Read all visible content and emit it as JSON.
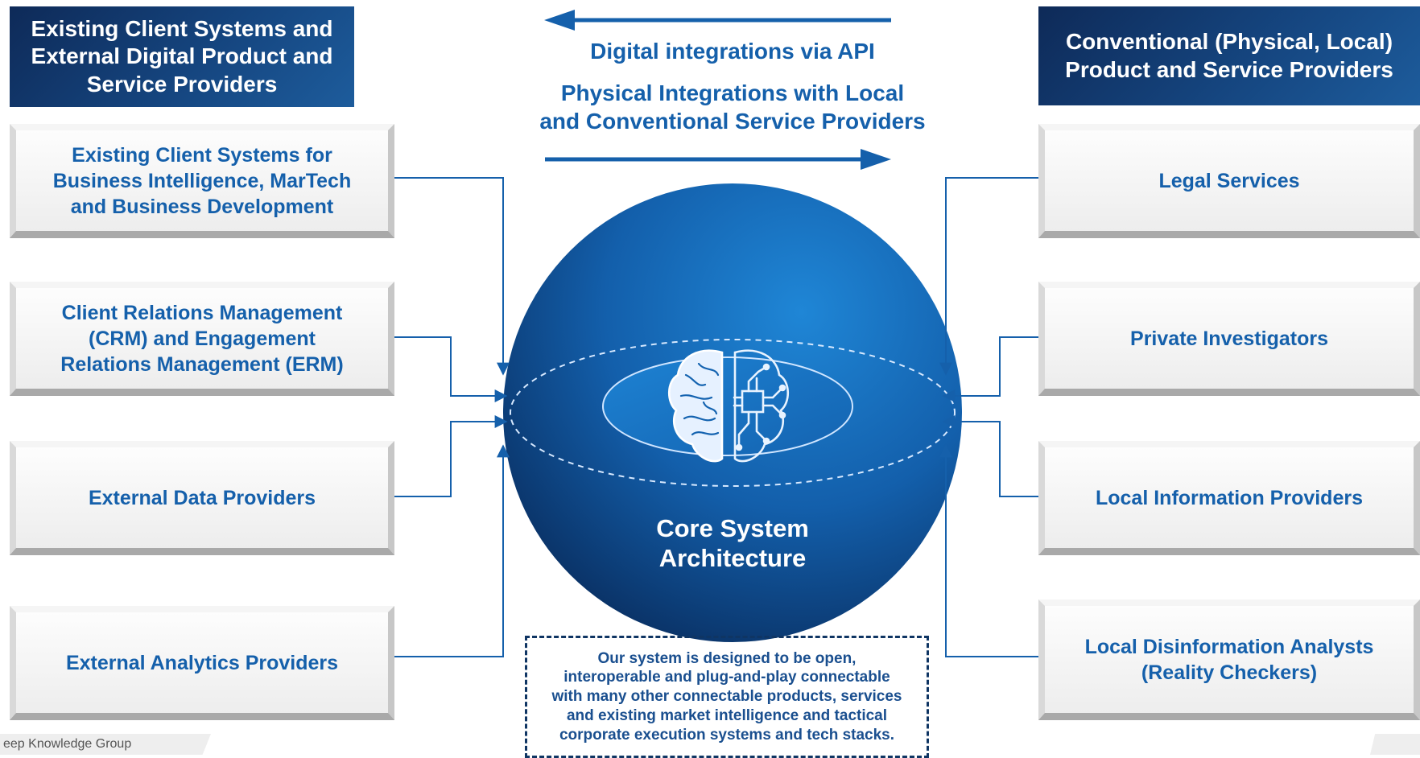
{
  "left_header": [
    "Existing Client Systems and",
    "External Digital Product and",
    "Service Providers"
  ],
  "right_header": [
    "Conventional (Physical, Local)",
    "Product and Service Providers"
  ],
  "center_top": {
    "line1": "Digital integrations via API",
    "line2": "Physical Integrations with Local",
    "line3": "and Conventional Service Providers"
  },
  "left_boxes": [
    [
      "Existing Client Systems for",
      "Business Intelligence, MarTech",
      "and Business Development"
    ],
    [
      "Client Relations Management",
      "(CRM) and Engagement",
      "Relations Management (ERM)"
    ],
    [
      "External Data Providers"
    ],
    [
      "External Analytics Providers"
    ]
  ],
  "right_boxes": [
    [
      "Legal Services"
    ],
    [
      "Private Investigators"
    ],
    [
      "Local Information Providers"
    ],
    [
      "Local Disinformation Analysts",
      "(Reality Checkers)"
    ]
  ],
  "core_label": [
    "Core System",
    "Architecture"
  ],
  "note": [
    "Our system is designed to be open,",
    "interoperable and plug-and-play connectable",
    "with many other connectable products, services",
    "and existing market intelligence and tactical",
    "corporate execution systems and tech stacks."
  ],
  "footer": "eep Knowledge Group",
  "colors": {
    "accent": "#1560ab",
    "header_dark": "#0e2a58",
    "sphere_light": "#1e7fd0",
    "sphere_dark": "#0c3a73"
  },
  "icons": {
    "brain": "brain-circuit-icon"
  }
}
